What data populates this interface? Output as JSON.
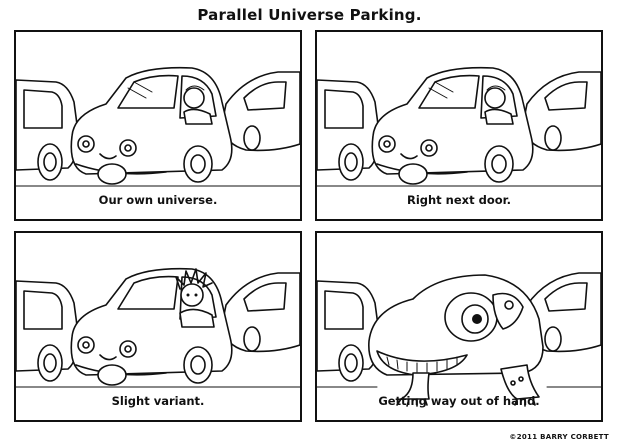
{
  "title": "Parallel Universe Parking.",
  "panels": [
    {
      "caption": "Our own universe.",
      "variant": "normal"
    },
    {
      "caption": "Right next door.",
      "variant": "normal"
    },
    {
      "caption": "Slight variant.",
      "variant": "spiky-hair"
    },
    {
      "caption": "Getting way out of hand.",
      "variant": "monster"
    }
  ],
  "credit": "©2011 BARRY CORBETT"
}
